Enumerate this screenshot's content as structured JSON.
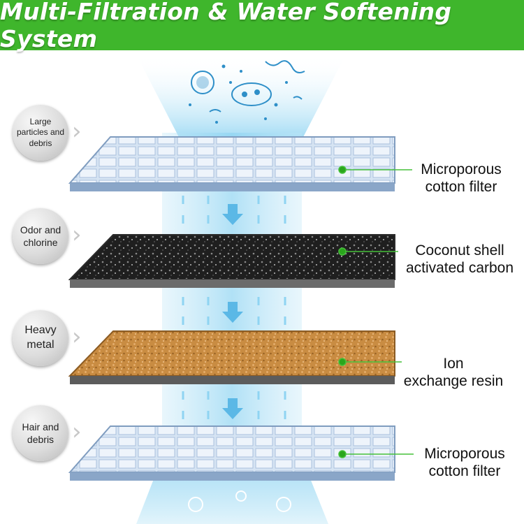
{
  "title": "Multi-Filtration & Water Softening System",
  "colors": {
    "banner": "#3fb62c",
    "water": "#8fd4f2",
    "connector": "#46c13a",
    "cotton_filter": "#c7d9ee",
    "carbon": "#1f1f1f",
    "resin": "#c98c42"
  },
  "stages": [
    {
      "removes": "Large\nparticles and\ndebris",
      "layer": "Microporous\ncotton filter",
      "icon": "chevron-right-icon"
    },
    {
      "removes": "Odor and\nchlorine",
      "layer": "Coconut shell\nactivated carbon",
      "icon": "chevron-right-icon"
    },
    {
      "removes": "Heavy\nmetal",
      "layer": "Ion\nexchange resin",
      "icon": "chevron-right-icon"
    },
    {
      "removes": "Hair and\ndebris",
      "layer": "Microporous\ncotton filter",
      "icon": "chevron-right-icon"
    }
  ]
}
